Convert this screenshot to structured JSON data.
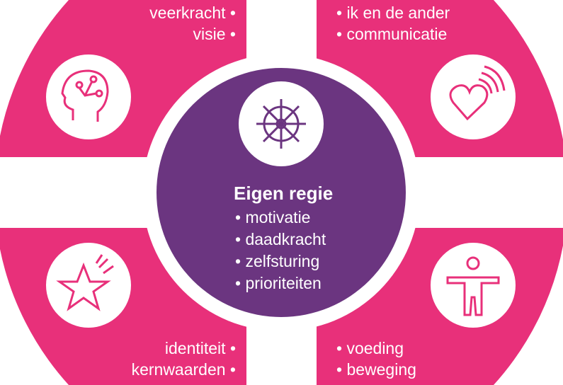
{
  "colors": {
    "pink": "#e8307a",
    "purple": "#6b3580",
    "white": "#ffffff"
  },
  "center": {
    "title": "Eigen regie",
    "items": [
      "• motivatie",
      "• daadkracht",
      "• zelfsturing",
      "• prioriteiten"
    ],
    "icon": "ships-wheel-icon"
  },
  "top_left": {
    "items": [
      "veerkracht •",
      "visie •"
    ],
    "icon": "head-brain-icon"
  },
  "top_right": {
    "items": [
      "• ik en de ander",
      "• communicatie"
    ],
    "icon": "heart-icon"
  },
  "bottom_left": {
    "items": [
      "identiteit •",
      "kernwaarden •"
    ],
    "icon": "star-icon"
  },
  "bottom_right": {
    "items": [
      "• voeding",
      "• beweging"
    ],
    "icon": "body-icon"
  }
}
